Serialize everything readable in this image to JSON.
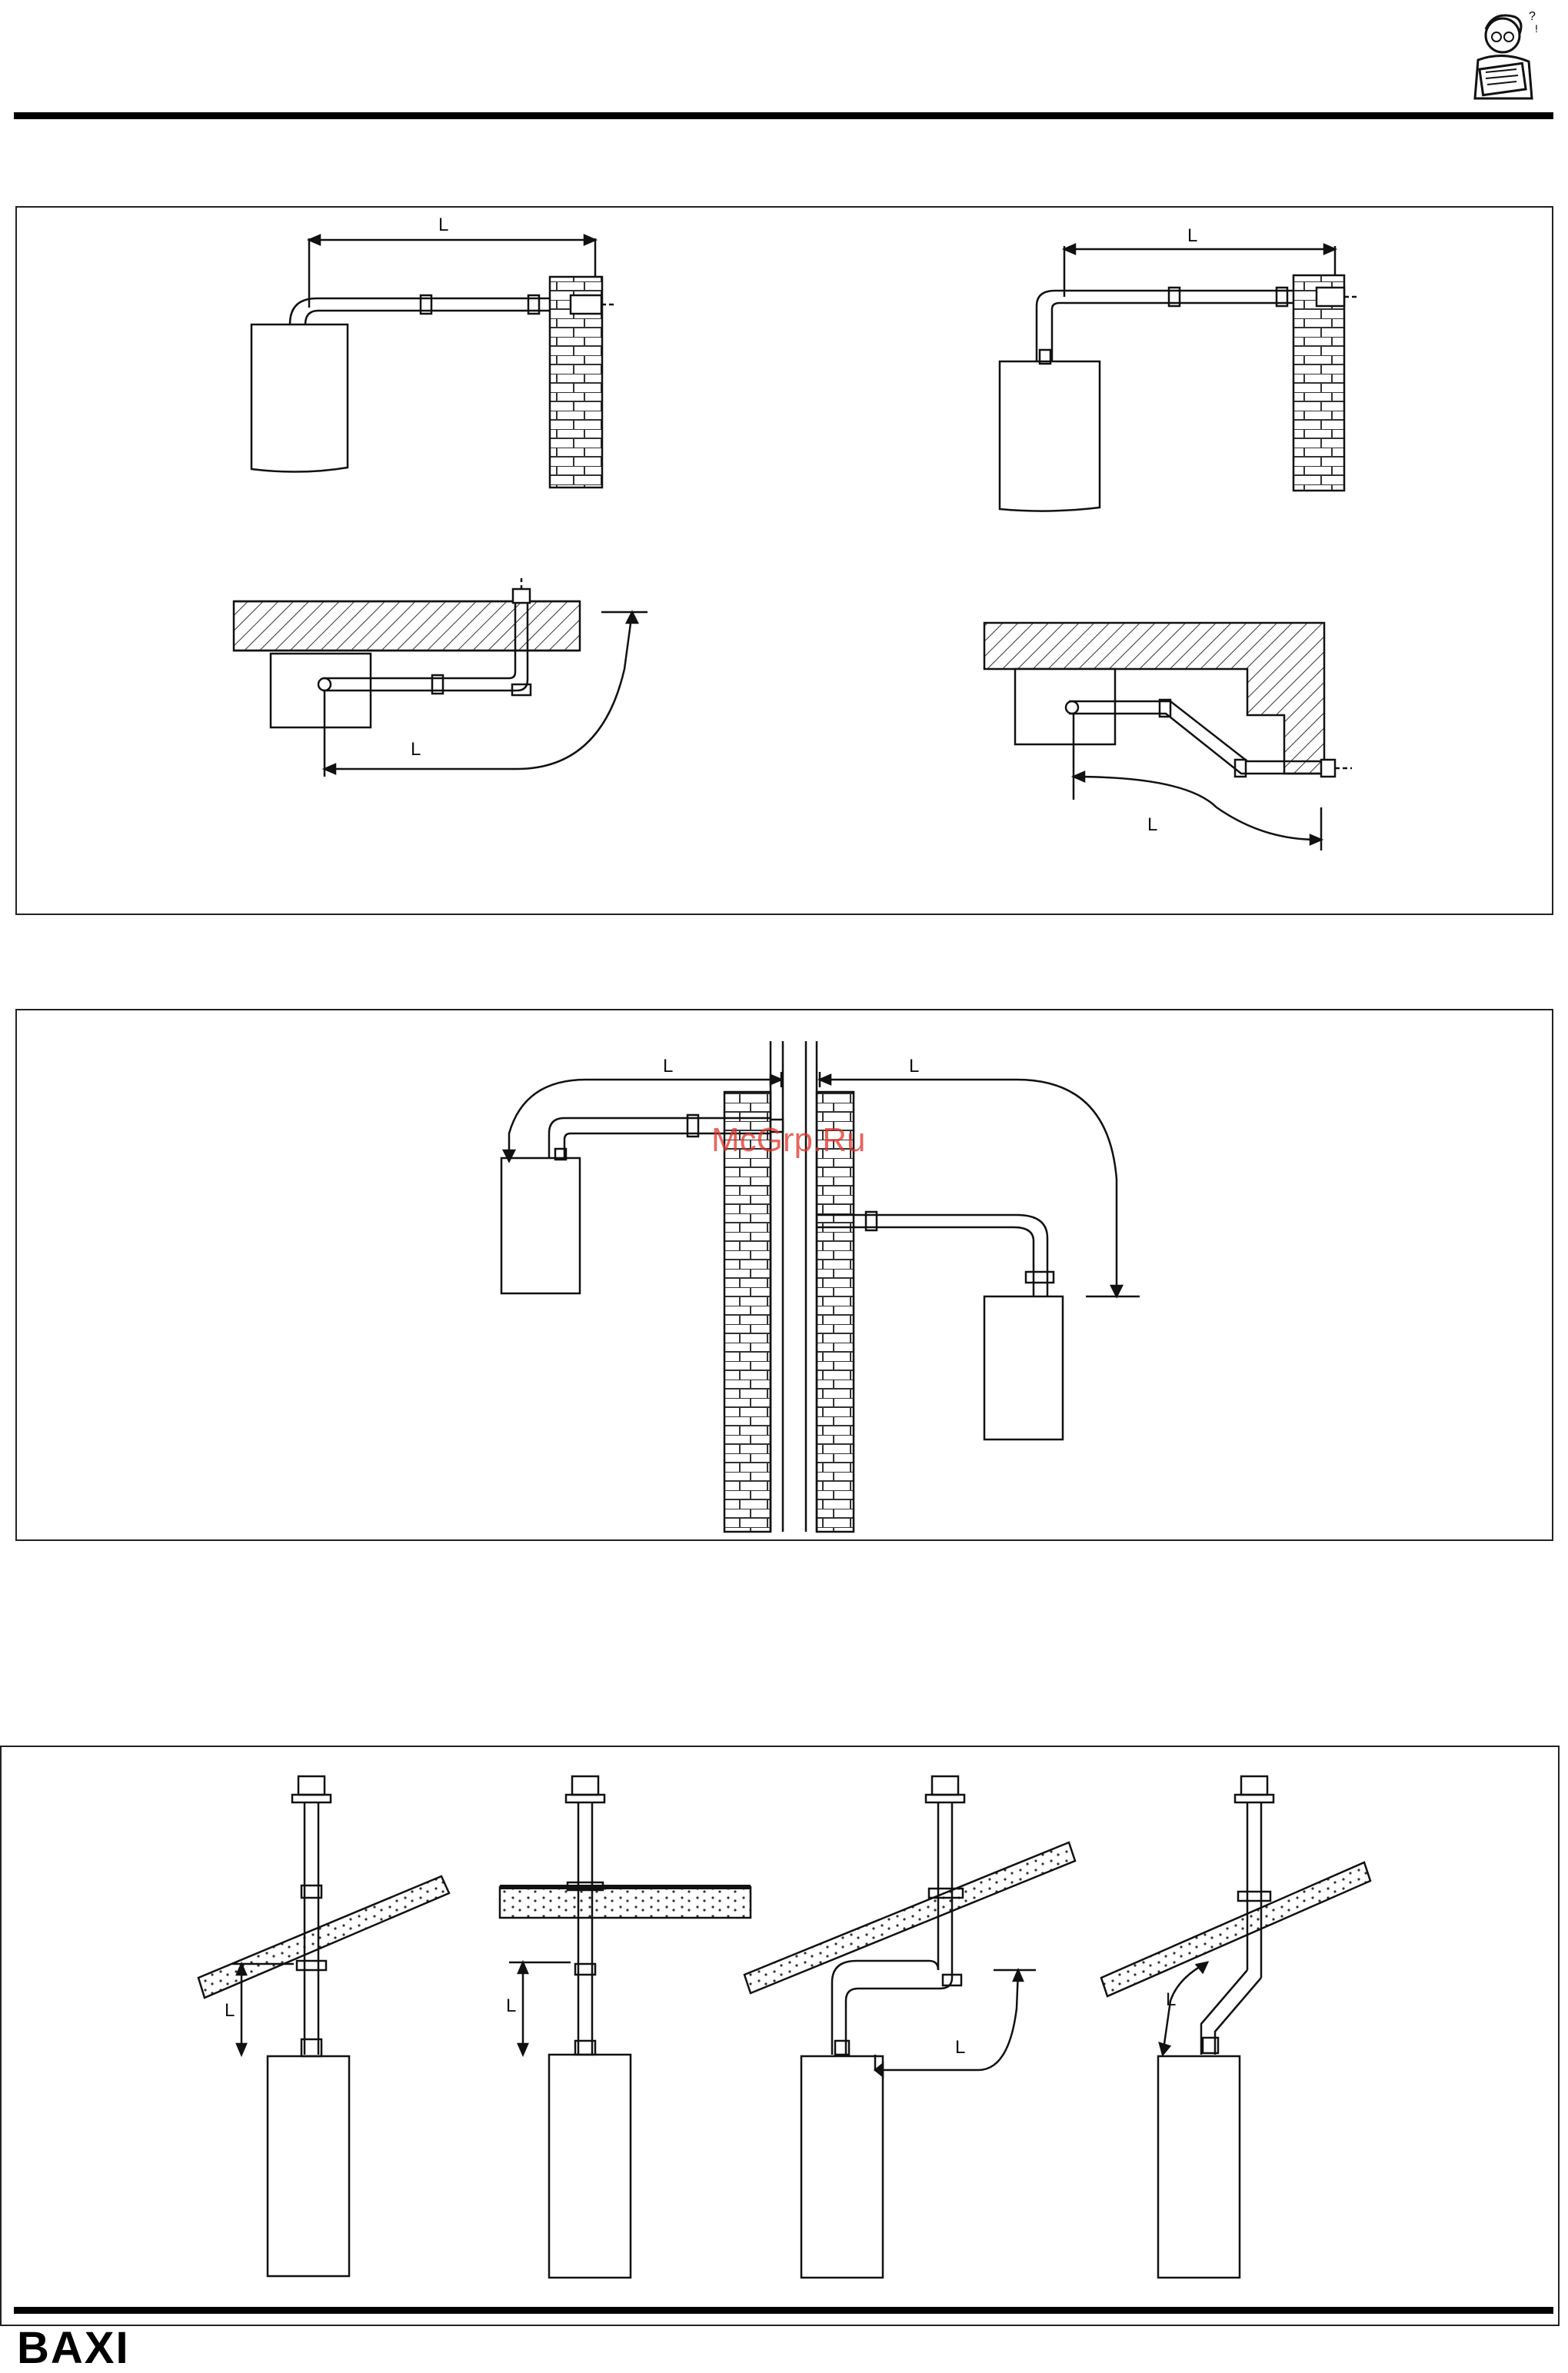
{
  "header": {
    "mascot_icon": "reader-mascot-icon"
  },
  "panels": {
    "horizontal_flue": {
      "dimension_label": "L"
    },
    "chimney_flue": {
      "dimension_label": "L"
    },
    "roof_flue": {
      "dimension_label": "L"
    }
  },
  "watermark": {
    "text": "McGrp.Ru"
  },
  "footer": {
    "brand": "BAXI"
  },
  "colors": {
    "line": "#111111",
    "watermark": "#e0352b"
  }
}
